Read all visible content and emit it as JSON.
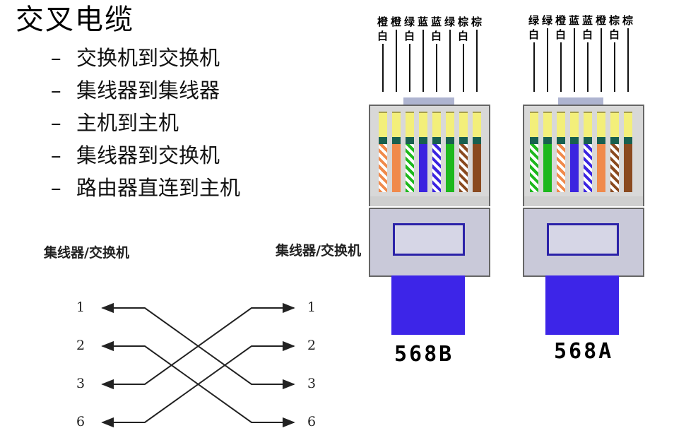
{
  "title": "交叉电缆",
  "bullets": [
    "交换机到交换机",
    "集线器到集线器",
    "主机到主机",
    "集线器到交换机",
    "路由器直连到主机"
  ],
  "bullet_marker": "–",
  "crossover": {
    "left_label": "集线器/交换机",
    "right_label": "集线器/交换机",
    "left_pins": [
      "1",
      "2",
      "3",
      "6"
    ],
    "right_pins": [
      "1",
      "2",
      "3",
      "6"
    ],
    "connections": [
      {
        "from": "1",
        "to": "3"
      },
      {
        "from": "2",
        "to": "6"
      },
      {
        "from": "3",
        "to": "1"
      },
      {
        "from": "6",
        "to": "2"
      }
    ]
  },
  "plugs": [
    {
      "standard": "568B",
      "wires": [
        {
          "top": "橙",
          "bottom": "白",
          "color": "#f08a4b",
          "striped": true
        },
        {
          "top": "橙",
          "bottom": "",
          "color": "#f08a4b",
          "striped": false
        },
        {
          "top": "绿",
          "bottom": "白",
          "color": "#1db81d",
          "striped": true
        },
        {
          "top": "蓝",
          "bottom": "",
          "color": "#3b24e0",
          "striped": false
        },
        {
          "top": "蓝",
          "bottom": "白",
          "color": "#3b24e0",
          "striped": true
        },
        {
          "top": "绿",
          "bottom": "",
          "color": "#1db81d",
          "striped": false
        },
        {
          "top": "棕",
          "bottom": "白",
          "color": "#8a4a1f",
          "striped": true
        },
        {
          "top": "棕",
          "bottom": "",
          "color": "#8a4a1f",
          "striped": false
        }
      ]
    },
    {
      "standard": "568A",
      "wires": [
        {
          "top": "绿",
          "bottom": "白",
          "color": "#1db81d",
          "striped": true
        },
        {
          "top": "绿",
          "bottom": "",
          "color": "#1db81d",
          "striped": false
        },
        {
          "top": "橙",
          "bottom": "白",
          "color": "#f08a4b",
          "striped": true
        },
        {
          "top": "蓝",
          "bottom": "",
          "color": "#3b24e0",
          "striped": false
        },
        {
          "top": "蓝",
          "bottom": "白",
          "color": "#3b24e0",
          "striped": true
        },
        {
          "top": "橙",
          "bottom": "",
          "color": "#f08a4b",
          "striped": false
        },
        {
          "top": "棕",
          "bottom": "白",
          "color": "#8a4a1f",
          "striped": true
        },
        {
          "top": "棕",
          "bottom": "",
          "color": "#8a4a1f",
          "striped": false
        }
      ]
    }
  ]
}
